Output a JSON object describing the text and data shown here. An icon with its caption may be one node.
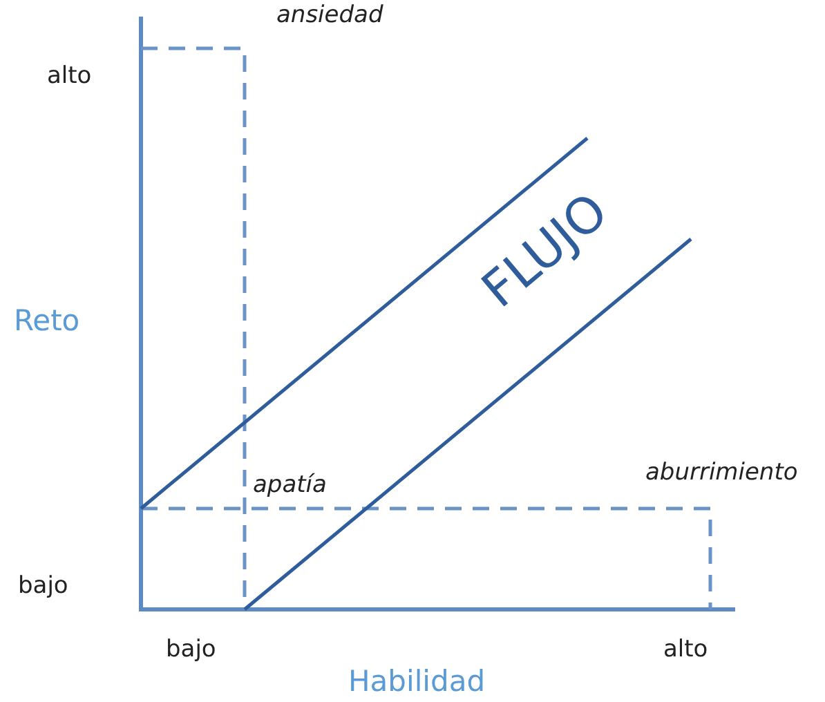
{
  "diagram": {
    "labels": [
      "ansiedad",
      "alto",
      "FLUJO",
      "Reto",
      "apatía",
      "aburrimiento",
      "bajo",
      "bajo",
      "alto",
      "Habilidad"
    ]
  }
}
